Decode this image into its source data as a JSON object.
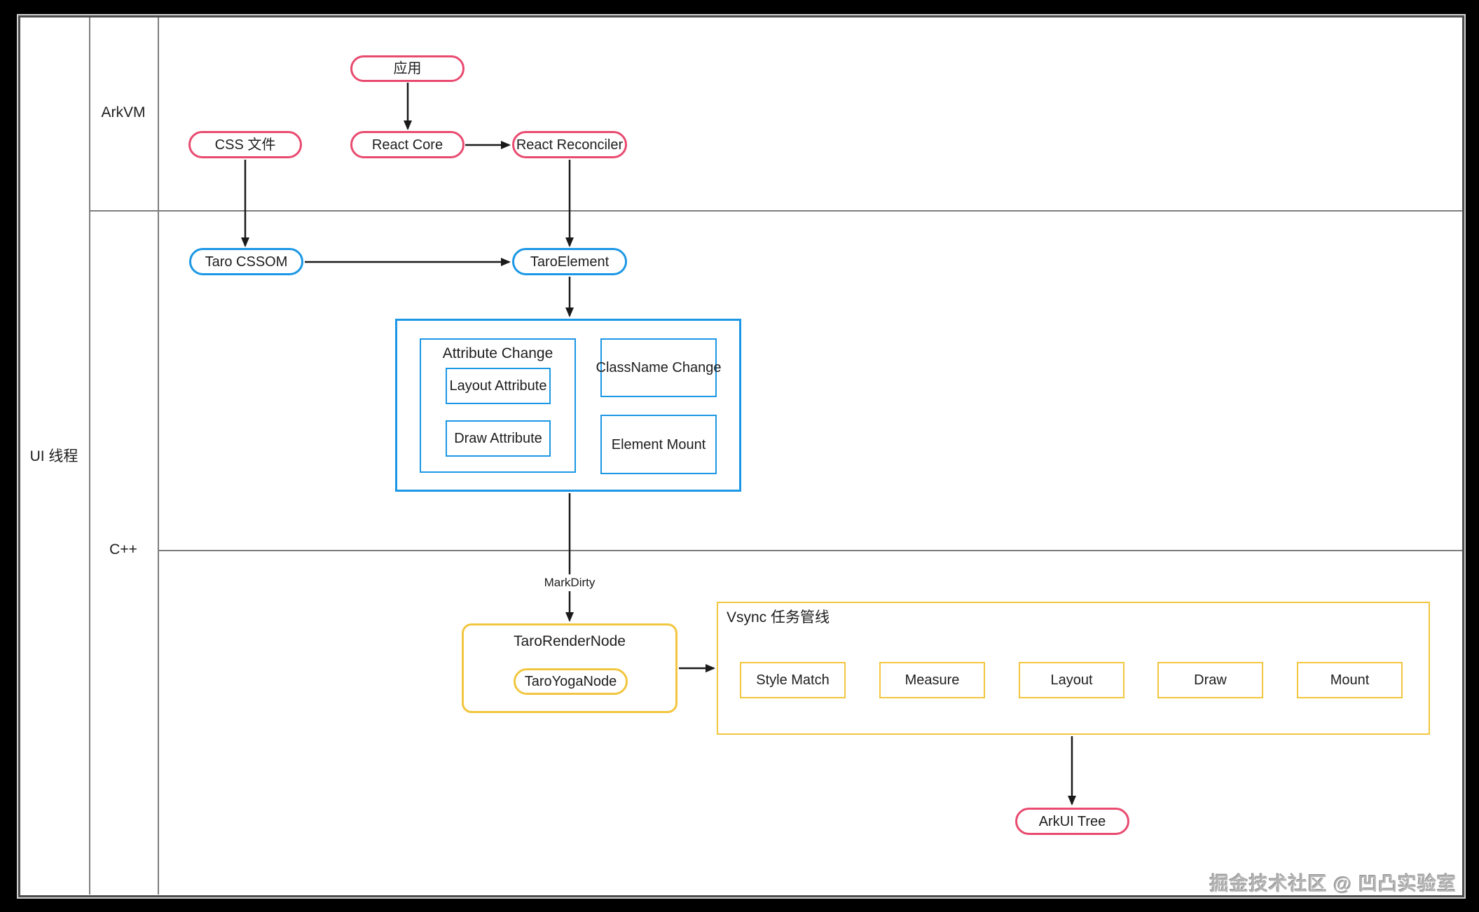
{
  "lanes": {
    "ui_thread": "UI 线程",
    "arkvm": "ArkVM",
    "cpp": "C++"
  },
  "nodes": {
    "app": "应用",
    "css_file": "CSS 文件",
    "react_core": "React Core",
    "react_reconciler": "React Reconciler",
    "taro_cssom": "Taro CSSOM",
    "taro_element": "TaroElement",
    "attribute_change": "Attribute Change",
    "layout_attribute": "Layout Attribute",
    "draw_attribute": "Draw Attribute",
    "classname_change": "ClassName Change",
    "element_mount": "Element Mount",
    "taro_render_node": "TaroRenderNode",
    "taro_yoga_node": "TaroYogaNode",
    "vsync_pipeline": "Vsync 任务管线",
    "style_match": "Style Match",
    "measure": "Measure",
    "layout": "Layout",
    "draw": "Draw",
    "mount": "Mount",
    "arkui_tree": "ArkUI Tree"
  },
  "edge_labels": {
    "mark_dirty": "MarkDirty"
  },
  "watermark": "掘金技术社区 @ 凹凸实验室",
  "colors": {
    "pink": "#e94a6f",
    "blue": "#1b97e5",
    "yellow": "#f2c63e",
    "arrow": "#1a1a1a",
    "grid": "#7d7d7d"
  }
}
